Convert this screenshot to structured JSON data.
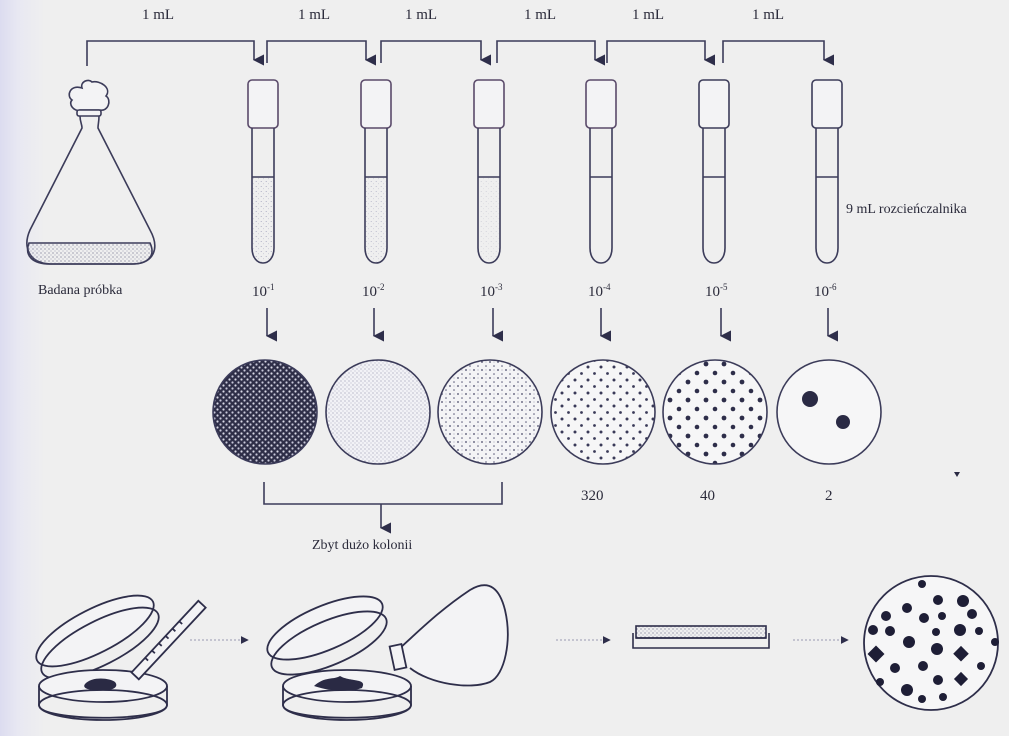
{
  "transfers": [
    {
      "label": "1 mL",
      "from": "flask",
      "to": "tube-1"
    },
    {
      "label": "1 mL",
      "from": "tube-1",
      "to": "tube-2"
    },
    {
      "label": "1 mL",
      "from": "tube-2",
      "to": "tube-3"
    },
    {
      "label": "1 mL",
      "from": "tube-3",
      "to": "tube-4"
    },
    {
      "label": "1 mL",
      "from": "tube-4",
      "to": "tube-5"
    },
    {
      "label": "1 mL",
      "from": "tube-5",
      "to": "tube-6"
    }
  ],
  "sample": {
    "label": "Badana próbka"
  },
  "diluent": {
    "label": "9 mL rozcieńczalnika"
  },
  "tubes": [
    {
      "base": "10",
      "exponent": "-1"
    },
    {
      "base": "10",
      "exponent": "-2"
    },
    {
      "base": "10",
      "exponent": "-3"
    },
    {
      "base": "10",
      "exponent": "-4"
    },
    {
      "base": "10",
      "exponent": "-5"
    },
    {
      "base": "10",
      "exponent": "-6"
    }
  ],
  "plates": [
    {
      "density": "very-dense",
      "count": ""
    },
    {
      "density": "dense-fine",
      "count": ""
    },
    {
      "density": "dense",
      "count": ""
    },
    {
      "density": "countable",
      "count": "320"
    },
    {
      "density": "countable",
      "count": "40"
    },
    {
      "density": "sparse",
      "count": "2"
    }
  ],
  "too_many": {
    "label": "Zbyt dużo kolonii"
  },
  "procedure_steps": [
    {
      "step": "pipette-sample-into-plate"
    },
    {
      "step": "pour-agar-from-flask"
    },
    {
      "step": "incubate-plate"
    },
    {
      "step": "count-colonies"
    }
  ],
  "colors": {
    "background": "#efefef",
    "ink": "#2a2a3a",
    "stroke": "#3c3c5a",
    "accent_cap": "#9a4060"
  }
}
